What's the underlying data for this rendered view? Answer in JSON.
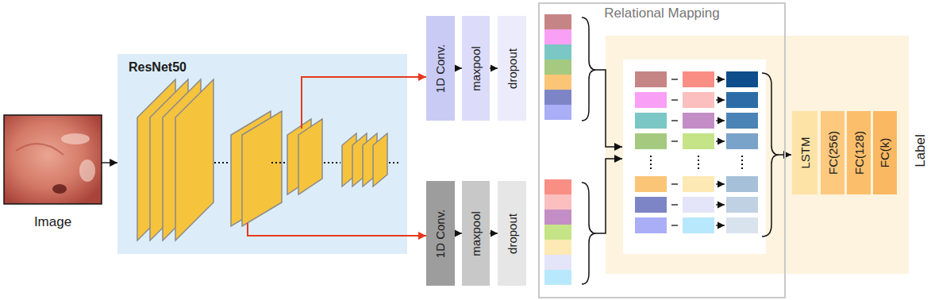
{
  "diagram": {
    "nodes": [
      {
        "text": [
          "Image"
        ]
      },
      {
        "text": [
          "ResNet50"
        ]
      },
      {
        "text": [
          "1D Conv."
        ]
      },
      {
        "text": [
          "maxpool"
        ]
      },
      {
        "text": [
          "dropout"
        ]
      },
      {
        "text": [
          "1D Conv."
        ]
      },
      {
        "text": [
          "maxpool"
        ]
      },
      {
        "text": [
          "dropout"
        ]
      },
      {
        "text": [
          "Relational Mapping"
        ]
      },
      {
        "text": [
          "LSTM"
        ]
      },
      {
        "text": [
          "FC(256)"
        ]
      },
      {
        "text": [
          "FC(128)"
        ]
      },
      {
        "text": [
          "FC(k)"
        ]
      }
    ],
    "edges": [
      {
        "from": 0,
        "to": 1,
        "arrow": "to"
      },
      {
        "from": 1,
        "to": 2,
        "arrow": "to"
      },
      {
        "from": 1,
        "to": 5,
        "arrow": "to"
      },
      {
        "from": 2,
        "to": 3,
        "arrow": "to"
      },
      {
        "from": 3,
        "to": 4,
        "arrow": "to"
      },
      {
        "from": 5,
        "to": 6,
        "arrow": "to"
      },
      {
        "from": 6,
        "to": 7,
        "arrow": "to"
      }
    ],
    "labels": [
      "Label"
    ]
  }
}
